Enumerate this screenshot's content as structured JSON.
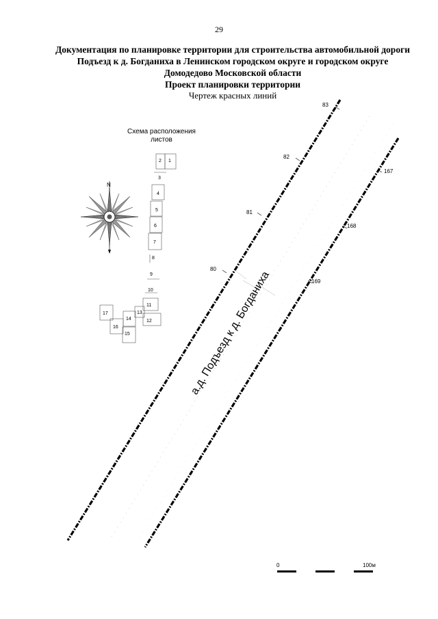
{
  "page_number": "29",
  "title_lines": [
    "Документация по планировке территории для строительства автомобильной дороги",
    "Подъезд к д. Богданиха в Ленинском городском округе и городском округе",
    "Домодедово Московской области",
    "Проект планировки территории"
  ],
  "subtitle": "Чертеж красных линий",
  "scheme": {
    "caption_line1": "Схема расположения",
    "caption_line2": "листов",
    "sheets": [
      "1",
      "2",
      "3",
      "4",
      "5",
      "6",
      "7",
      "8",
      "9",
      "10",
      "11",
      "12",
      "13",
      "14",
      "15",
      "16",
      "17"
    ]
  },
  "compass_label": "N",
  "road_name": "а.д. Подъезд к д. Богданиха",
  "picket_labels_left": [
    "83",
    "82",
    "81",
    "80"
  ],
  "picket_labels_right": [
    "167",
    "168",
    "169"
  ],
  "scale": {
    "start": "0",
    "end": "100м"
  },
  "colors": {
    "ink": "#000000",
    "grey": "#9a9a9a"
  }
}
